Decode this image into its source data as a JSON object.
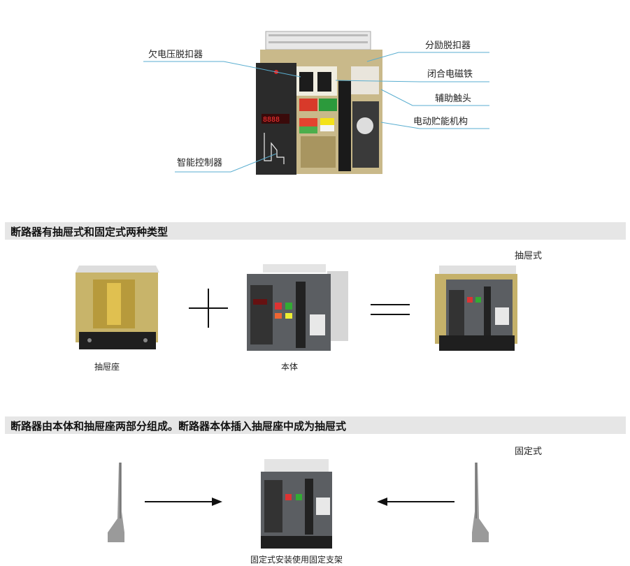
{
  "diagram": {
    "left_labels": [
      "欠电压脱扣器",
      "智能控制器"
    ],
    "right_labels": [
      "分励脱扣器",
      "闭合电磁铁",
      "辅助触头",
      "电动贮能机构"
    ],
    "line_color": "#5aaed0"
  },
  "section1": {
    "title": "断路器有抽屉式和固定式两种类型",
    "result_label": "抽屉式",
    "captions": {
      "drawer_base": "抽屉座",
      "body": "本体"
    }
  },
  "section2": {
    "title": "断路器由本体和抽屉座两部分组成。断路器本体插入抽屉座中成为抽屉式",
    "result_label": "固定式",
    "caption": "固定式安装使用固定支架"
  }
}
